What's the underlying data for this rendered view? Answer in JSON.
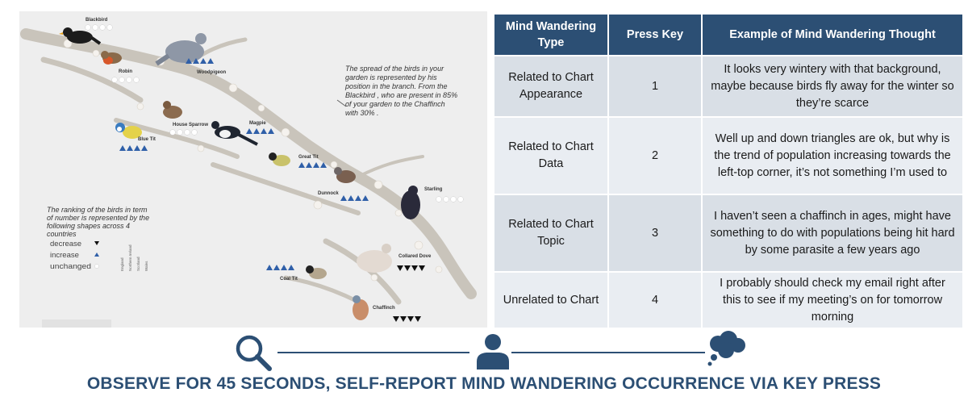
{
  "illustration": {
    "birds": [
      {
        "name": "Blackbird",
        "trend": "unchanged"
      },
      {
        "name": "Robin",
        "trend": "unchanged"
      },
      {
        "name": "Woodpigeon",
        "trend": "increase"
      },
      {
        "name": "House Sparrow",
        "trend": "unchanged"
      },
      {
        "name": "Blue Tit",
        "trend": "increase"
      },
      {
        "name": "Magpie",
        "trend": "increase"
      },
      {
        "name": "Great Tit",
        "trend": "increase"
      },
      {
        "name": "Dunnock",
        "trend": "increase"
      },
      {
        "name": "Starling",
        "trend": "unchanged"
      },
      {
        "name": "Collared Dove",
        "trend": "decrease"
      },
      {
        "name": "Coal Tit",
        "trend": "increase"
      },
      {
        "name": "Chaffinch",
        "trend": "decrease"
      }
    ],
    "spread_note": [
      "The  spread of the birds in your",
      "garden is represented by his",
      "position in the branch. From the",
      "Blackbird , who are present in 85%",
      "of your garden to the Chaffinch",
      "with 30% ."
    ],
    "ranking_note": [
      "The ranking of the birds in term",
      "of number is represented by the",
      "following shapes across 4",
      "countries"
    ],
    "legend": [
      {
        "label": "decrease",
        "symbol": "down-triangle"
      },
      {
        "label": "increase",
        "symbol": "up-triangle"
      },
      {
        "label": "unchanged",
        "symbol": "circle"
      }
    ],
    "countries": [
      "England",
      "Northern Ireland",
      "Scotland",
      "Wales"
    ],
    "colors": {
      "increase": "#2f5fa8",
      "decrease": "#111111",
      "unchanged": "#ffffff"
    }
  },
  "table": {
    "headers": [
      "Mind Wandering Type",
      "Press Key",
      "Example of Mind Wandering Thought"
    ],
    "rows": [
      {
        "type": "Related to Chart Appearance",
        "key": "1",
        "example": "It looks very wintery with that background, maybe because birds fly away for the winter so they’re scarce"
      },
      {
        "type": "Related to Chart Data",
        "key": "2",
        "example": "Well up and down triangles are ok, but why is the trend of population increasing towards the left-top corner, it’s not something I’m used to"
      },
      {
        "type": "Related to Chart Topic",
        "key": "3",
        "example": "I haven’t seen a chaffinch in ages, might have something to do with populations being hit hard by some parasite a few years ago"
      },
      {
        "type": "Unrelated to Chart",
        "key": "4",
        "example": "I probably should check my email right after this to see if my meeting’s on for tomorrow morning"
      }
    ],
    "colors": {
      "header": "#2c4f74",
      "row_odd": "#d9dfe6",
      "row_even": "#e9edf2"
    }
  },
  "flow": {
    "steps": [
      "search-icon",
      "person-icon",
      "thought-bubble-icon"
    ],
    "caption": "OBSERVE FOR 45 SECONDS, SELF-REPORT MIND WANDERING OCCURRENCE VIA KEY PRESS",
    "color": "#2c4f74"
  }
}
